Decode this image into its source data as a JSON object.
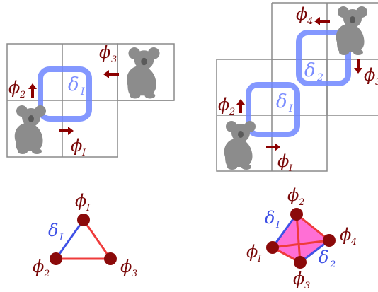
{
  "colors": {
    "grid": "#8a8a8a",
    "koala": "#8c8c8c",
    "koala_dark": "#5a5a5a",
    "loop": "#6f86ff",
    "loop_text": "#7a8cff",
    "phi": "#7a0a0a",
    "arrow": "#8b0000",
    "node": "#8b0a0a",
    "edge_blue": "#3f51e6",
    "edge_red": "#ef3b3b",
    "fill_pink": "#ff5fd0"
  },
  "icons": {
    "koala": "koala-icon",
    "arrow": "arrow-icon"
  },
  "left_panel": {
    "loop_label": "δ",
    "loop_sub": "I",
    "phi1": "ϕ",
    "phi1_sub": "I",
    "phi2": "ϕ",
    "phi2_sub": "2",
    "phi3": "ϕ",
    "phi3_sub": "3"
  },
  "right_panel": {
    "loop1_label": "δ",
    "loop1_sub": "I",
    "loop2_label": "δ",
    "loop2_sub": "2",
    "phi1": "ϕ",
    "phi1_sub": "I",
    "phi2": "ϕ",
    "phi2_sub": "2",
    "phi3": "ϕ",
    "phi3_sub": "3",
    "phi4": "ϕ",
    "phi4_sub": "4"
  },
  "graph_left": {
    "top": "ϕ",
    "top_sub": "I",
    "left": "ϕ",
    "left_sub": "2",
    "right": "ϕ",
    "right_sub": "3",
    "edge": "δ",
    "edge_sub": "I"
  },
  "graph_right": {
    "top": "ϕ",
    "top_sub": "2",
    "left": "ϕ",
    "left_sub": "I",
    "right": "ϕ",
    "right_sub": "4",
    "bottom": "ϕ",
    "bottom_sub": "3",
    "edge1": "δ",
    "edge1_sub": "I",
    "edge2": "δ",
    "edge2_sub": "2"
  }
}
